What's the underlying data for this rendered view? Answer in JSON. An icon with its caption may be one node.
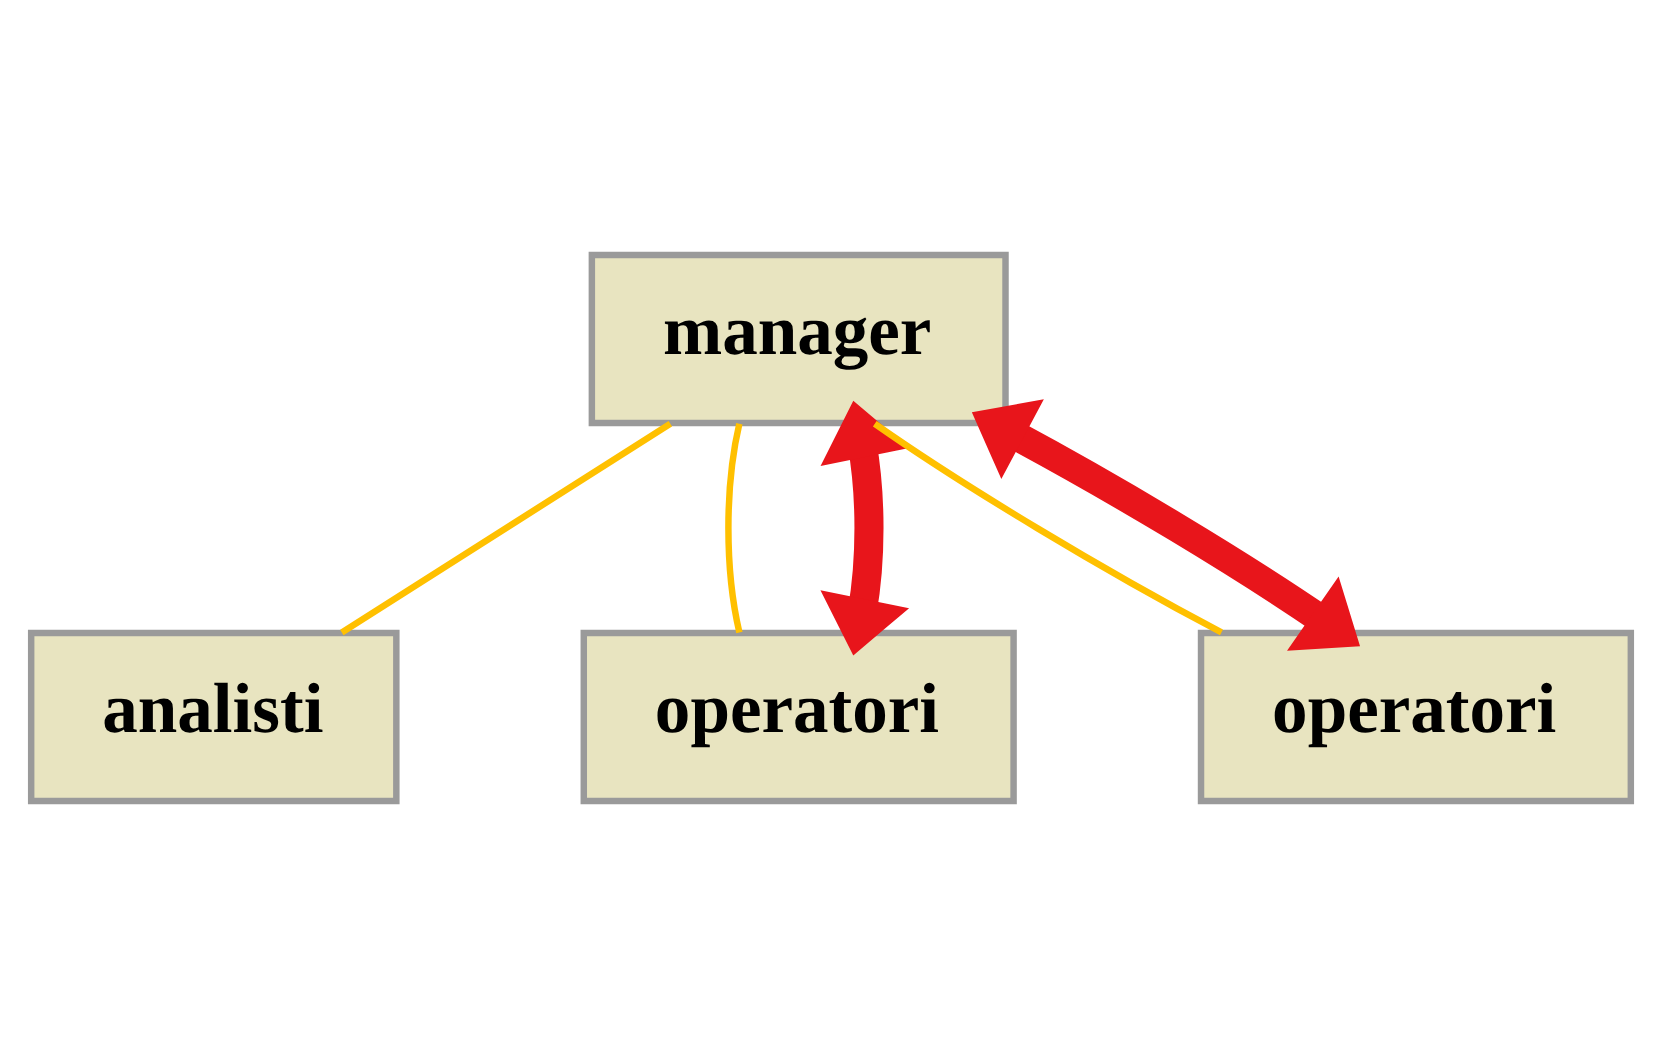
{
  "diagram": {
    "nodes": [
      {
        "text": [
          "manager"
        ]
      },
      {
        "text": [
          "analisti"
        ]
      },
      {
        "text": [
          "operatori"
        ]
      },
      {
        "text": [
          "operatori"
        ]
      }
    ],
    "edges": [
      {
        "from": 0,
        "to": 1,
        "arrow": "none",
        "color": "#ffc000"
      },
      {
        "from": 0,
        "to": 2,
        "arrow": "none",
        "color": "#ffc000"
      },
      {
        "from": 0,
        "to": 3,
        "arrow": "none",
        "color": "#ffc000"
      },
      {
        "from": 0,
        "to": 2,
        "arrow": "both",
        "style": "thick",
        "color": "#e8151b"
      },
      {
        "from": 0,
        "to": 3,
        "arrow": "both",
        "style": "thick",
        "color": "#e8151b"
      }
    ]
  }
}
